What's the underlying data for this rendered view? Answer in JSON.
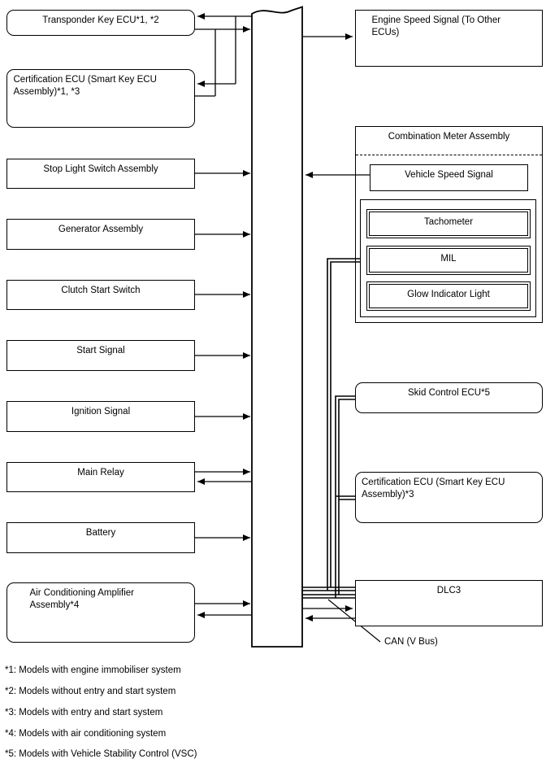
{
  "boxes": {
    "transponder": "Transponder Key ECU*1, *2",
    "certification_left": "Certification ECU (Smart Key ECU Assembly)*1, *3",
    "stop_light": "Stop Light Switch Assembly",
    "generator": "Generator Assembly",
    "clutch_start": "Clutch Start Switch",
    "start_signal": "Start Signal",
    "ignition_signal": "Ignition Signal",
    "main_relay": "Main Relay",
    "battery": "Battery",
    "ac_amplifier": "Air Conditioning Amplifier Assembly*4",
    "engine_speed": "Engine Speed Signal (To Other ECUs)",
    "combination_meter": "Combination Meter Assembly",
    "vehicle_speed": "Vehicle Speed Signal",
    "tachometer": "Tachometer",
    "mil": "MIL",
    "glow_indicator": "Glow Indicator Light",
    "skid_control": "Skid Control ECU*5",
    "certification_right": "Certification ECU (Smart Key ECU Assembly)*3",
    "dlc3": "DLC3"
  },
  "labels": {
    "can_bus": "CAN (V Bus)"
  },
  "footnotes": [
    "*1: Models with engine immobiliser system",
    "*2: Models without entry and start system",
    "*3: Models with entry and start system",
    "*4: Models with air conditioning system",
    "*5: Models with Vehicle Stability Control (VSC)"
  ],
  "colors": {
    "line": "#000000",
    "background": "#ffffff"
  }
}
